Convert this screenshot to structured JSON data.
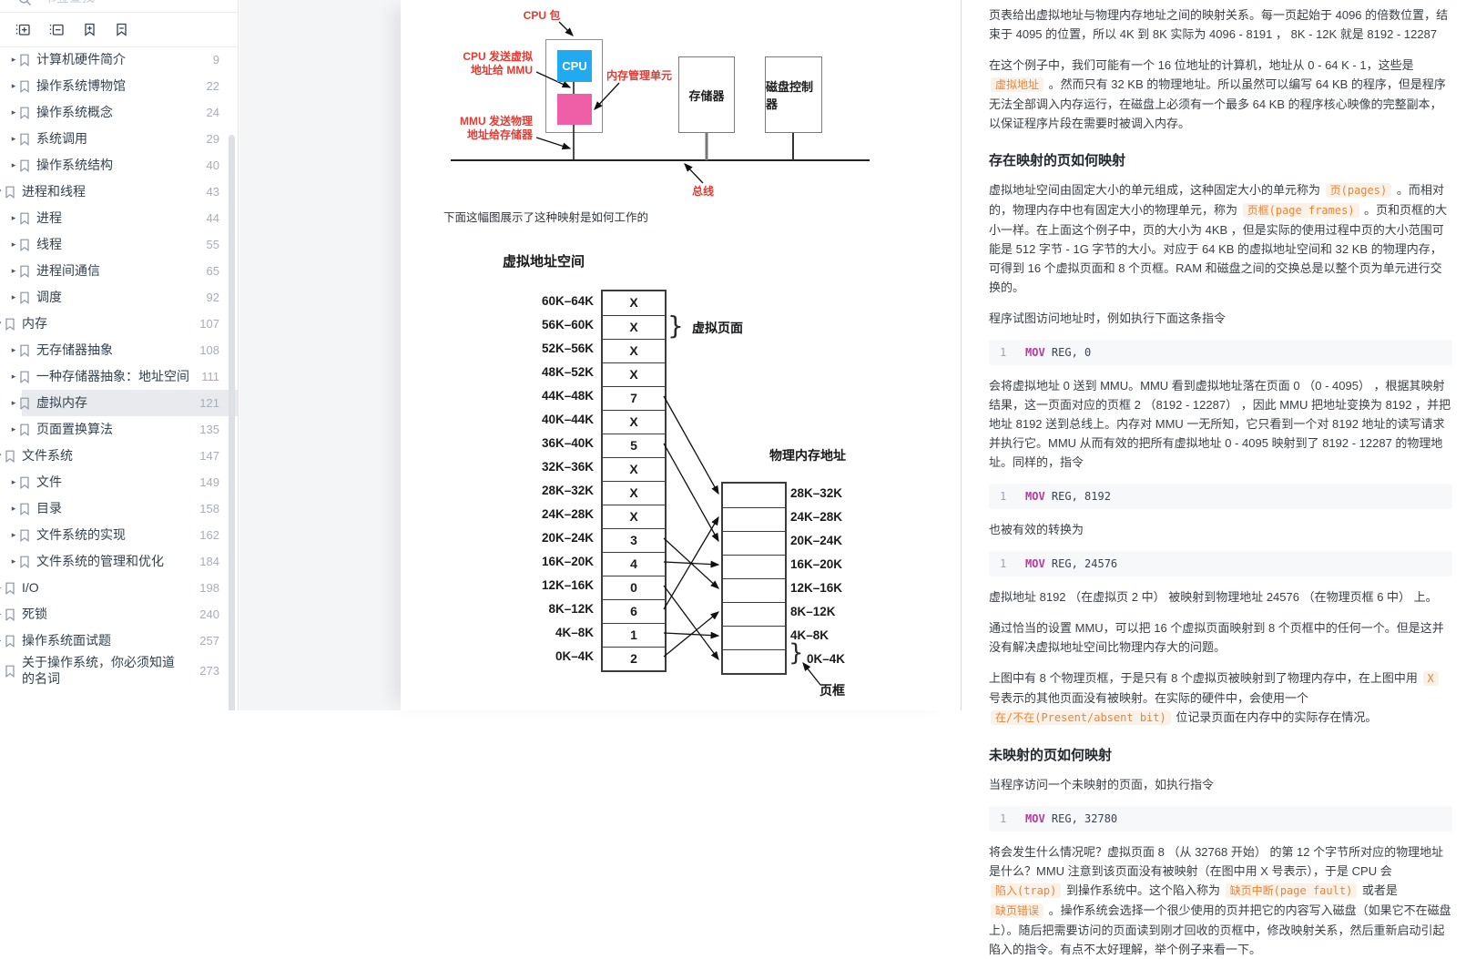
{
  "sidebar": {
    "search_placeholder": "书签查找",
    "toolbar_icons": [
      "expand-all-icon",
      "collapse-all-icon",
      "add-bookmark-icon",
      "remove-bookmark-icon"
    ],
    "items": [
      {
        "label": "计算机硬件简介",
        "page": "9",
        "level": 1,
        "expand": "closed"
      },
      {
        "label": "操作系统博物馆",
        "page": "22",
        "level": 1,
        "expand": "closed"
      },
      {
        "label": "操作系统概念",
        "page": "24",
        "level": 1,
        "expand": "closed"
      },
      {
        "label": "系统调用",
        "page": "29",
        "level": 1,
        "expand": "closed"
      },
      {
        "label": "操作系统结构",
        "page": "40",
        "level": 1,
        "expand": "closed"
      },
      {
        "label": "进程和线程",
        "page": "43",
        "level": 0,
        "expand": "open"
      },
      {
        "label": "进程",
        "page": "44",
        "level": 1,
        "expand": "closed"
      },
      {
        "label": "线程",
        "page": "55",
        "level": 1,
        "expand": "closed"
      },
      {
        "label": "进程间通信",
        "page": "65",
        "level": 1,
        "expand": "closed"
      },
      {
        "label": "调度",
        "page": "92",
        "level": 1,
        "expand": "closed"
      },
      {
        "label": "内存",
        "page": "107",
        "level": 0,
        "expand": "open"
      },
      {
        "label": "无存储器抽象",
        "page": "108",
        "level": 1,
        "expand": "closed"
      },
      {
        "label": "一种存储器抽象：地址空间",
        "page": "111",
        "level": 1,
        "expand": "closed"
      },
      {
        "label": "虚拟内存",
        "page": "121",
        "level": 1,
        "expand": "closed",
        "selected": true
      },
      {
        "label": "页面置换算法",
        "page": "135",
        "level": 1,
        "expand": "closed"
      },
      {
        "label": "文件系统",
        "page": "147",
        "level": 0,
        "expand": "open"
      },
      {
        "label": "文件",
        "page": "149",
        "level": 1,
        "expand": "closed"
      },
      {
        "label": "目录",
        "page": "158",
        "level": 1,
        "expand": "closed"
      },
      {
        "label": "文件系统的实现",
        "page": "162",
        "level": 1,
        "expand": "closed"
      },
      {
        "label": "文件系统的管理和优化",
        "page": "184",
        "level": 1,
        "expand": "closed"
      },
      {
        "label": "I/O",
        "page": "198",
        "level": 0,
        "expand": "closed"
      },
      {
        "label": "死锁",
        "page": "240",
        "level": 0,
        "expand": "closed"
      },
      {
        "label": "操作系统面试题",
        "page": "257",
        "level": 0,
        "expand": "closed"
      },
      {
        "label": "关于操作系统，你必须知道的名词",
        "page": "273",
        "level": 0,
        "expand": "none"
      }
    ]
  },
  "page_left": {
    "diagram1": {
      "cpu_package_label": "CPU 包",
      "cpu_label": "CPU",
      "mmu_unit_label": "内存管理单元",
      "cpu_to_mmu": [
        "CPU 发送虚拟",
        "地址给 MMU"
      ],
      "mmu_to_mem": [
        "MMU 发送物理",
        "地址给存储器"
      ],
      "memory_label": "存储器",
      "disk_controller_label": "磁盘控制器",
      "bus_label": "总线",
      "colors": {
        "cpu": "#22aaf1",
        "mmu": "#ee5fa8",
        "annotation": "#e23b33"
      }
    },
    "caption": "下面这幅图展示了这种映射是如何工作的",
    "diagram2": {
      "title": "虚拟地址空间",
      "physical_title": "物理内存地址",
      "virtual_page_label": "虚拟页面",
      "page_frame_label": "页框",
      "brace": "}",
      "virtual_rows": [
        {
          "range": "60K–64K",
          "value": "X"
        },
        {
          "range": "56K–60K",
          "value": "X"
        },
        {
          "range": "52K–56K",
          "value": "X"
        },
        {
          "range": "48K–52K",
          "value": "X"
        },
        {
          "range": "44K–48K",
          "value": "7"
        },
        {
          "range": "40K–44K",
          "value": "X"
        },
        {
          "range": "36K–40K",
          "value": "5"
        },
        {
          "range": "32K–36K",
          "value": "X"
        },
        {
          "range": "28K–32K",
          "value": "X"
        },
        {
          "range": "24K–28K",
          "value": "X"
        },
        {
          "range": "20K–24K",
          "value": "3"
        },
        {
          "range": "16K–20K",
          "value": "4"
        },
        {
          "range": "12K–16K",
          "value": "0"
        },
        {
          "range": "8K–12K",
          "value": "6"
        },
        {
          "range": "4K–8K",
          "value": "1"
        },
        {
          "range": "0K–4K",
          "value": "2"
        }
      ],
      "physical_rows": [
        "28K–32K",
        "24K–28K",
        "20K–24K",
        "16K–20K",
        "12K–16K",
        "8K–12K",
        "4K–8K",
        "0K–4K"
      ],
      "mappings": [
        [
          4,
          0
        ],
        [
          6,
          2
        ],
        [
          10,
          4
        ],
        [
          11,
          3
        ],
        [
          12,
          7
        ],
        [
          13,
          1
        ],
        [
          14,
          6
        ],
        [
          15,
          5
        ]
      ]
    }
  },
  "article": {
    "blocks": [
      {
        "type": "p",
        "runs": [
          {
            "t": "页表给出虚拟地址与物理内存地址之间的映射关系。每一页起始于 4096 的倍数位置，结束于 4095 的位置，所以 4K 到 8K 实际为 4096 - 8191 ， 8K - 12K 就是 8192 - 12287"
          }
        ]
      },
      {
        "type": "p",
        "runs": [
          {
            "t": "在这个例子中，我们可能有一个 16 位地址的计算机，地址从 0 - 64 K - 1，这些是 "
          },
          {
            "t": "虚拟地址",
            "c": true
          },
          {
            "t": " 。然而只有 32 KB 的物理地址。所以虽然可以编写 64 KB 的程序，但是程序无法全部调入内存运行，在磁盘上必须有一个最多 64 KB 的程序核心映像的完整副本，以保证程序片段在需要时被调入内存。"
          }
        ]
      },
      {
        "type": "h3",
        "text": "存在映射的页如何映射"
      },
      {
        "type": "p",
        "runs": [
          {
            "t": "虚拟地址空间由固定大小的单元组成，这种固定大小的单元称为 "
          },
          {
            "t": "页(pages)",
            "c": true
          },
          {
            "t": " 。而相对的，物理内存中也有固定大小的物理单元，称为 "
          },
          {
            "t": "页框(page frames)",
            "c": true
          },
          {
            "t": " 。页和页框的大小一样。在上面这个例子中，页的大小为 4KB ，但是实际的使用过程中页的大小范围可能是 512 字节 - 1G 字节的大小。对应于 64 KB 的虚拟地址空间和 32 KB 的物理内存，可得到 16 个虚拟页面和 8 个页框。RAM 和磁盘之间的交换总是以整个页为单元进行交换的。"
          }
        ]
      },
      {
        "type": "p",
        "runs": [
          {
            "t": "程序试图访问地址时，例如执行下面这条指令"
          }
        ]
      },
      {
        "type": "code",
        "line": "1",
        "kw": "MOV",
        "rest": " REG, 0"
      },
      {
        "type": "p",
        "runs": [
          {
            "t": "会将虚拟地址 0 送到 MMU。MMU 看到虚拟地址落在页面 0 （0 - 4095） ，根据其映射结果，这一页面对应的页框 2 （8192 - 12287） ，因此 MMU 把地址变换为 8192 ，并把地址 8192 送到总线上。内存对 MMU 一无所知，它只看到一个对 8192 地址的读写请求并执行它。MMU 从而有效的把所有虚拟地址 0 - 4095 映射到了 8192 - 12287 的物理地址。同样的，指令"
          }
        ]
      },
      {
        "type": "code",
        "line": "1",
        "kw": "MOV",
        "rest": " REG, 8192"
      },
      {
        "type": "p",
        "runs": [
          {
            "t": "也被有效的转换为"
          }
        ]
      },
      {
        "type": "code",
        "line": "1",
        "kw": "MOV",
        "rest": " REG, 24576"
      },
      {
        "type": "p",
        "runs": [
          {
            "t": "虚拟地址 8192 （在虚拟页 2 中） 被映射到物理地址 24576 （在物理页框 6 中） 上。"
          }
        ]
      },
      {
        "type": "p",
        "runs": [
          {
            "t": "通过恰当的设置 MMU，可以把 16 个虚拟页面映射到 8 个页框中的任何一个。但是这并没有解决虚拟地址空间比物理内存大的问题。"
          }
        ]
      },
      {
        "type": "p",
        "runs": [
          {
            "t": "上图中有 8 个物理页框，于是只有 8 个虚拟页被映射到了物理内存中，在上图中用 "
          },
          {
            "t": "X",
            "c": true
          },
          {
            "t": " 号表示的其他页面没有被映射。在实际的硬件中，会使用一个 "
          },
          {
            "t": "在/不在(Present/absent bit)",
            "c": true
          },
          {
            "t": " 位记录页面在内存中的实际存在情况。"
          }
        ]
      },
      {
        "type": "h3",
        "text": "未映射的页如何映射"
      },
      {
        "type": "p",
        "runs": [
          {
            "t": "当程序访问一个未映射的页面，如执行指令"
          }
        ]
      },
      {
        "type": "code",
        "line": "1",
        "kw": "MOV",
        "rest": " REG, 32780"
      },
      {
        "type": "p",
        "runs": [
          {
            "t": "将会发生什么情况呢？虚拟页面 8 （从 32768 开始） 的第 12 个字节所对应的物理地址是什么？MMU 注意到该页面没有被映射（在图中用 X 号表示），于是 CPU 会 "
          },
          {
            "t": "陷入(trap)",
            "c": true
          },
          {
            "t": " 到操作系统中。这个陷入称为 "
          },
          {
            "t": "缺页中断(page fault)",
            "c": true
          },
          {
            "t": " 或者是 "
          },
          {
            "t": "缺页错误",
            "c": true
          },
          {
            "t": " 。操作系统会选择一个很少使用的页并把它的内容写入磁盘（如果它不在磁盘上）。随后把需要访问的页面读到刚才回收的页框中，修改映射关系，然后重新启动引起陷入的指令。有点不太好理解，举个例子来看一下。"
          }
        ]
      }
    ]
  }
}
